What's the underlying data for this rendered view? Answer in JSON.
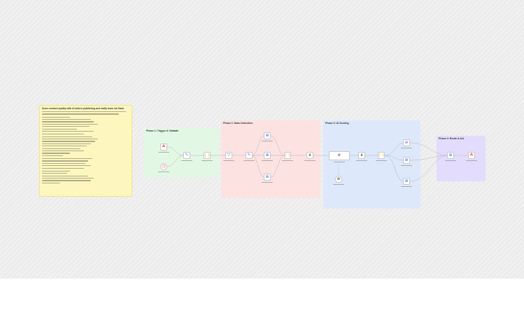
{
  "note": {
    "title": "Score content quality with AI before publishing and notify team via Slack"
  },
  "phases": {
    "p1": "Phase 1: Trigger & Validate",
    "p2": "Phase 2: Data Collection",
    "p3": "Phase 3: AI Scoring",
    "p4": "Phase 4: Route & Act"
  },
  "colors": {
    "canvas": "#ececec",
    "note": "#fdf7bf",
    "phase1": "#e3f7e5",
    "phase2": "#fde2e2",
    "phase3": "#dde8fb",
    "phase4": "#e3dcfc",
    "edge": "#b5b5b5",
    "trigger": "#e35b5b",
    "set": "#8a6ee8",
    "http": "#3b6fe0",
    "code": "#f2a15a",
    "slack": "#e24b6b"
  },
  "nodes": {
    "webhook_trigger": {
      "icon": "webhook-icon"
    },
    "schedule_trigger": {
      "icon": "clock-icon"
    },
    "edit_fields": {
      "icon": "pencil-icon"
    },
    "validate_code": {
      "icon": "code-braces-icon"
    },
    "filter": {
      "icon": "filter-icon"
    },
    "set_fields": {
      "icon": "pencil-icon"
    },
    "http_a": {
      "icon": "globe-icon"
    },
    "http_b": {
      "icon": "globe-icon"
    },
    "http_c": {
      "icon": "globe-icon"
    },
    "merge_code": {
      "icon": "code-braces-icon"
    },
    "wait": {
      "icon": "hourglass-icon"
    },
    "ai_agent": {
      "icon": "robot-icon"
    },
    "openai_model": {
      "icon": "openai-icon"
    },
    "parse_output": {
      "icon": "hourglass-icon"
    },
    "score_code": {
      "icon": "code-braces-icon"
    },
    "route_high": {
      "icon": "globe-icon"
    },
    "route_mid": {
      "icon": "globe-icon"
    },
    "route_low": {
      "icon": "globe-icon"
    },
    "slack_notify": {
      "icon": "globe-icon"
    },
    "slack_alert": {
      "icon": "webhook-icon"
    }
  }
}
